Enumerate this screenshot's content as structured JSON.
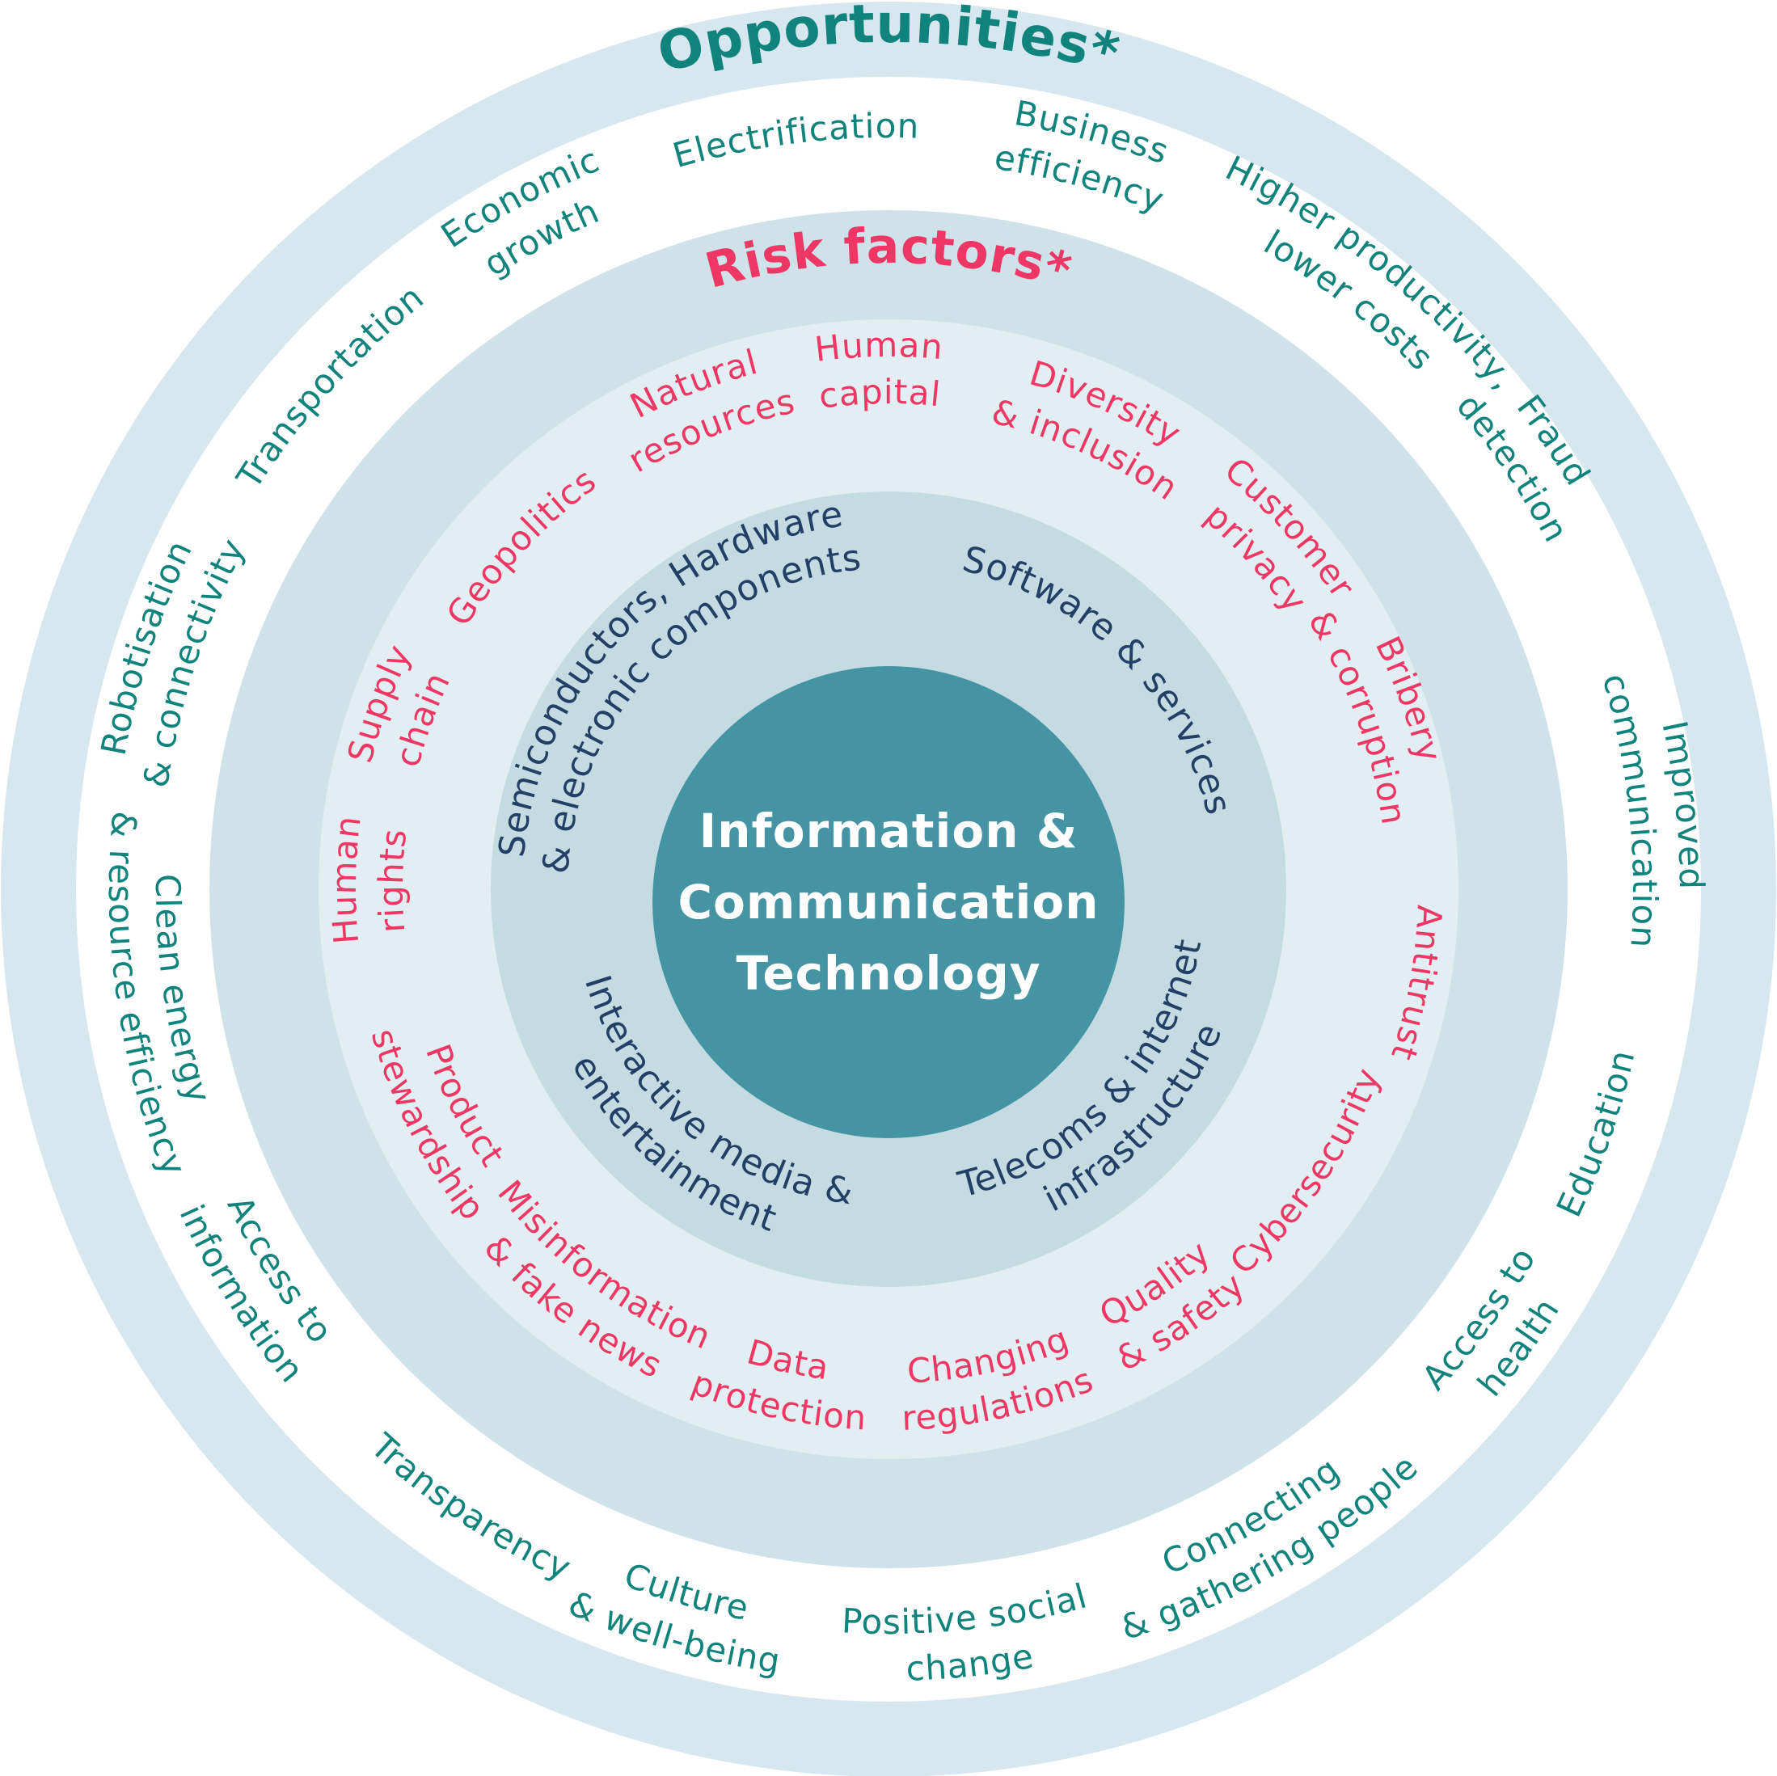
{
  "wheel": {
    "center_label": {
      "lines": [
        "Information &",
        "Communication",
        "Technology"
      ]
    },
    "ring_titles": {
      "opportunities": {
        "label": "Opportunities*",
        "angle_deg": 0,
        "radius": 1048
      },
      "risk_factors": {
        "label": "Risk factors*",
        "angle_deg": 0,
        "radius": 775
      }
    },
    "sectors": [
      {
        "lines": [
          "Semiconductors, Hardware",
          "& electronic components"
        ],
        "angle_deg": 314,
        "radius": 425
      },
      {
        "lines": [
          "Software & services"
        ],
        "angle_deg": 45,
        "radius": 405
      },
      {
        "lines": [
          "Telecoms & internet",
          "infrastructure"
        ],
        "angle_deg": 133,
        "radius": 420
      },
      {
        "lines": [
          "Interactive media &",
          "entertainment"
        ],
        "angle_deg": 220,
        "radius": 420
      }
    ],
    "risk_factors": [
      {
        "lines": [
          "Human",
          "capital"
        ],
        "angle_deg": 359,
        "radius": 630
      },
      {
        "lines": [
          "Diversity",
          "& inclusion"
        ],
        "angle_deg": 24,
        "radius": 620
      },
      {
        "lines": [
          "Customer",
          "privacy"
        ],
        "angle_deg": 48,
        "radius": 630
      },
      {
        "lines": [
          "Bribery",
          "& corruption"
        ],
        "angle_deg": 70,
        "radius": 645
      },
      {
        "lines": [
          "Antitrust"
        ],
        "angle_deg": 100,
        "radius": 655
      },
      {
        "lines": [
          "Cybersecurity"
        ],
        "angle_deg": 124,
        "radius": 650
      },
      {
        "lines": [
          "Quality",
          "& safety"
        ],
        "angle_deg": 146,
        "radius": 635
      },
      {
        "lines": [
          "Changing",
          "regulations"
        ],
        "angle_deg": 168,
        "radius": 640
      },
      {
        "lines": [
          "Data",
          "protection"
        ],
        "angle_deg": 192,
        "radius": 640
      },
      {
        "lines": [
          "Misinformation",
          "& fake news"
        ],
        "angle_deg": 217,
        "radius": 642
      },
      {
        "lines": [
          "Product",
          "stewardship"
        ],
        "angle_deg": 243,
        "radius": 635
      },
      {
        "lines": [
          "Human",
          "rights"
        ],
        "angle_deg": 271,
        "radius": 630
      },
      {
        "lines": [
          "Supply",
          "chain"
        ],
        "angle_deg": 290,
        "radius": 630
      },
      {
        "lines": [
          "Geopolitics"
        ],
        "angle_deg": 313,
        "radius": 615
      },
      {
        "lines": [
          "Natural",
          "resources"
        ],
        "angle_deg": 339,
        "radius": 630
      }
    ],
    "opportunities": [
      {
        "lines": [
          "Electrification"
        ],
        "angle_deg": 353,
        "radius": 930
      },
      {
        "lines": [
          "Business",
          "efficiency"
        ],
        "angle_deg": 15,
        "radius": 930
      },
      {
        "lines": [
          "Higher productivity,",
          "lower costs"
        ],
        "angle_deg": 38,
        "radius": 945
      },
      {
        "lines": [
          "Fraud",
          "detection"
        ],
        "angle_deg": 56,
        "radius": 950
      },
      {
        "lines": [
          "Improved",
          "communication"
        ],
        "angle_deg": 84,
        "radius": 950
      },
      {
        "lines": [
          "Education"
        ],
        "angle_deg": 109,
        "radius": 945
      },
      {
        "lines": [
          "Access to",
          "health"
        ],
        "angle_deg": 126,
        "radius": 950
      },
      {
        "lines": [
          "Connecting",
          "& gathering people"
        ],
        "angle_deg": 150,
        "radius": 945
      },
      {
        "lines": [
          "Positive social",
          "change"
        ],
        "angle_deg": 174,
        "radius": 950
      },
      {
        "lines": [
          "Culture",
          "& well-being"
        ],
        "angle_deg": 196,
        "radius": 950
      },
      {
        "lines": [
          "Transparency"
        ],
        "angle_deg": 214,
        "radius": 945
      },
      {
        "lines": [
          "Access to",
          "information"
        ],
        "angle_deg": 238,
        "radius": 935
      },
      {
        "lines": [
          "Clean energy",
          "& resource efficiency"
        ],
        "angle_deg": 262,
        "radius": 935
      },
      {
        "lines": [
          "Robotisation",
          "& connectivity"
        ],
        "angle_deg": 288,
        "radius": 930
      },
      {
        "lines": [
          "Transportation"
        ],
        "angle_deg": 312,
        "radius": 925
      },
      {
        "lines": [
          "Economic",
          "growth"
        ],
        "angle_deg": 332,
        "radius": 930
      }
    ],
    "colors": {
      "outer_ring": "#d7e7ef",
      "opportunities_ring": "#ffffff",
      "risk_title_ring": "#cfe2ea",
      "risk_ring": "#e3eef2",
      "sector_ring": "#c5dbe2",
      "center_circle": "#4494a4",
      "opportunity_text": "#10837c",
      "risk_text": "#ee3764",
      "sector_text": "#223f66",
      "center_text": "#ffffff"
    }
  }
}
